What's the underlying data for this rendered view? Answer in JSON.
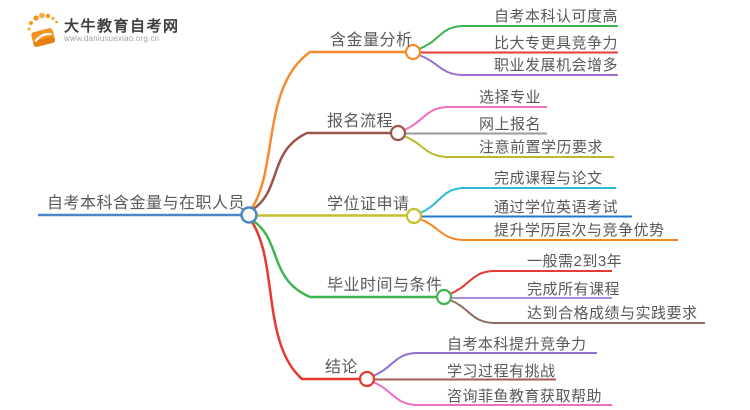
{
  "logo": {
    "title": "大牛教育自考网",
    "url": "www.daniuxuexiao.org.cn",
    "brand_color": "#f7941d"
  },
  "root": {
    "label": "自考本科含金量与在职人员",
    "color": "#4a87c5"
  },
  "branches": [
    {
      "label": "含金量分析",
      "color": "#f58b2e",
      "children": [
        {
          "label": "自考本科认可度高",
          "color": "#3cb34c"
        },
        {
          "label": "比大专更具竞争力",
          "color": "#e63c35"
        },
        {
          "label": "职业发展机会增多",
          "color": "#9c6fce"
        }
      ]
    },
    {
      "label": "报名流程",
      "color": "#9a564d",
      "children": [
        {
          "label": "选择专业",
          "color": "#f06ec0"
        },
        {
          "label": "网上报名",
          "color": "#9b9b9b"
        },
        {
          "label": "注意前置学历要求",
          "color": "#bdb82b"
        }
      ]
    },
    {
      "label": "学位证申请",
      "color": "#c5bf2d",
      "children": [
        {
          "label": "完成课程与论文",
          "color": "#2bb8dd"
        },
        {
          "label": "通过学位英语考试",
          "color": "#2277cc"
        },
        {
          "label": "提升学历层次与竞争优势",
          "color": "#f6861f"
        }
      ]
    },
    {
      "label": "毕业时间与条件",
      "color": "#3fb44f",
      "children": [
        {
          "label": "一般需2到3年",
          "color": "#e63c35"
        },
        {
          "label": "完成所有课程",
          "color": "#a88bd8"
        },
        {
          "label": "达到合格成绩与实践要求",
          "color": "#8d6e63"
        }
      ]
    },
    {
      "label": "结论",
      "color": "#e6392f",
      "children": [
        {
          "label": "自考本科提升竞争力",
          "color": "#9170cf"
        },
        {
          "label": "学习过程有挑战",
          "color": "#aa5a52"
        },
        {
          "label": "咨询菲鱼教育获取帮助",
          "color": "#ee6fbe"
        }
      ]
    }
  ]
}
